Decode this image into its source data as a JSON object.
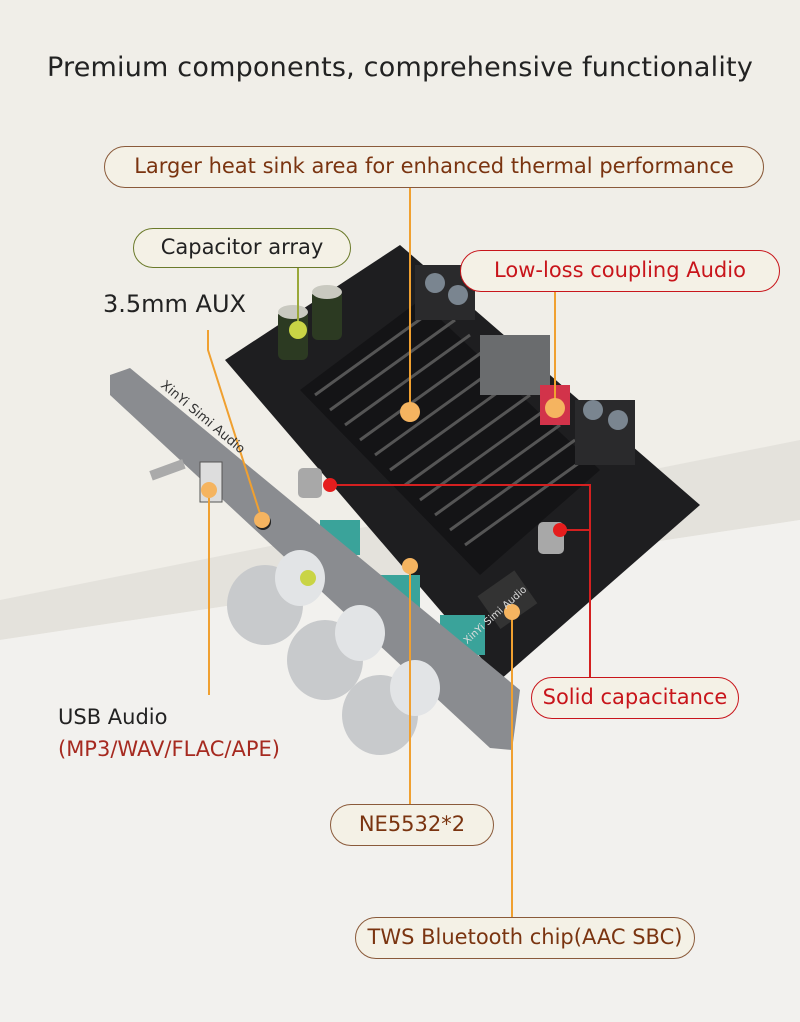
{
  "title": "Premium components, comprehensive functionality",
  "callouts": {
    "heat_sink": "Larger heat sink area for enhanced thermal performance",
    "capacitor_array": "Capacitor array",
    "aux": "3.5mm AUX",
    "low_loss": "Low-loss coupling Audio",
    "usb_audio": "USB Audio",
    "usb_formats": "(MP3/WAV/FLAC/APE)",
    "solid_cap": "Solid capacitance",
    "ne5532": "NE5532*2",
    "tws": "TWS Bluetooth chip(AAC SBC)"
  },
  "product": {
    "board_text": "XinYi Simi Audio",
    "panel_text": "XinYi Simi Audio"
  },
  "colors": {
    "brown": "#7a3410",
    "green": "#6b7a2a",
    "red": "#c8151b",
    "orange_line": "#f0a030"
  }
}
